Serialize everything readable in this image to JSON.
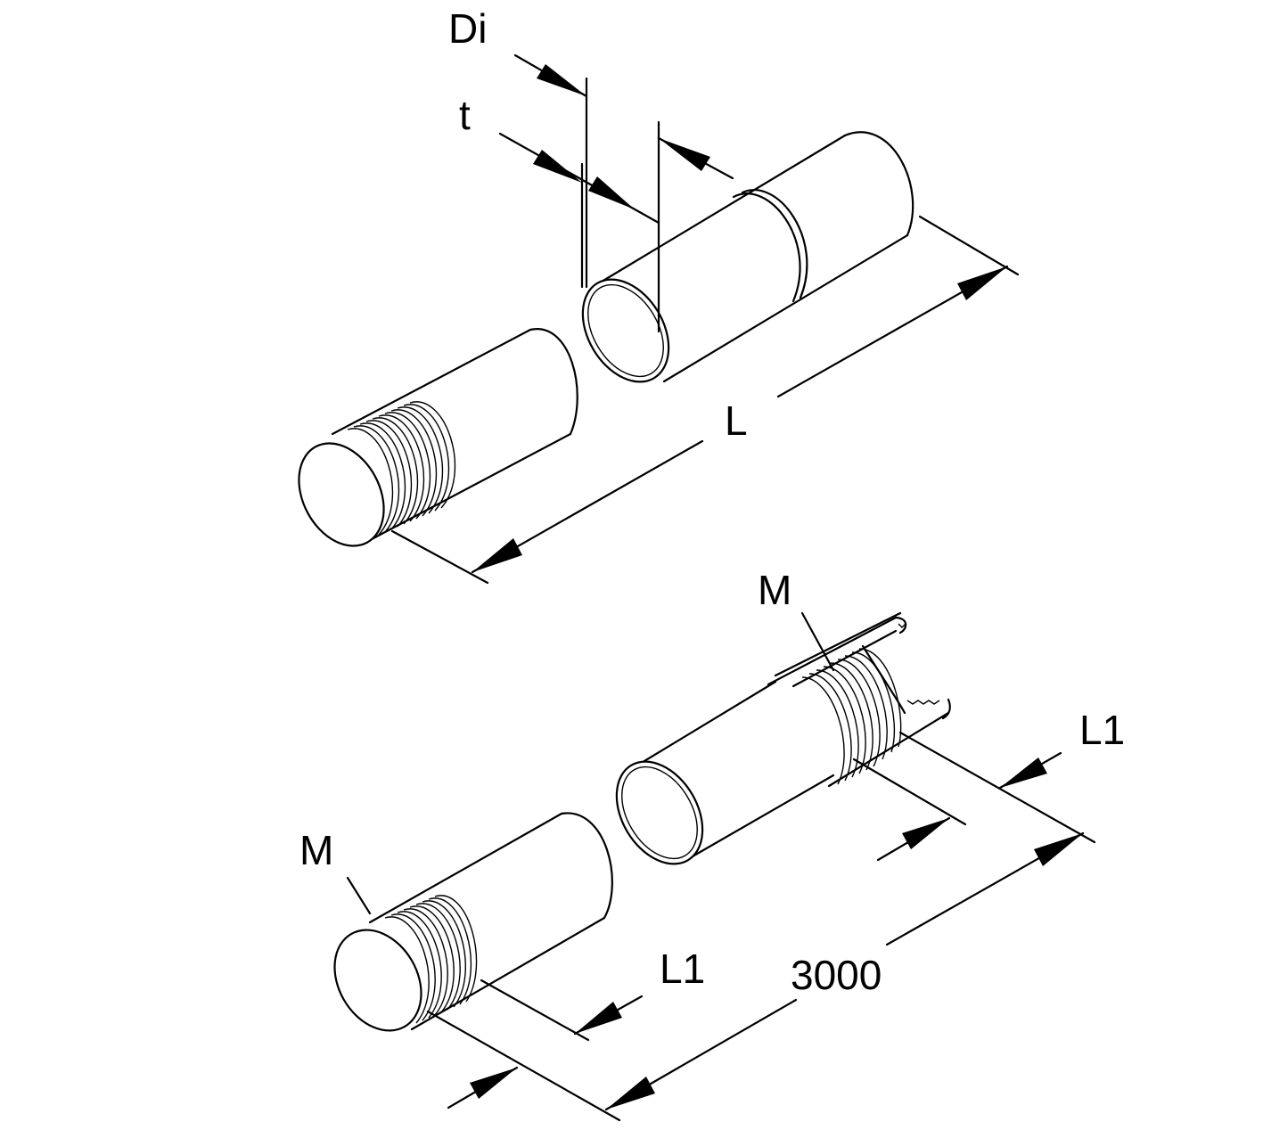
{
  "labels": {
    "di": "Di",
    "t": "t",
    "l": "L",
    "m_top": "M",
    "m_bottom": "M",
    "l1_right": "L1",
    "l1_left": "L1",
    "length": "3000"
  },
  "colors": {
    "line": "#000000",
    "background": "#ffffff"
  }
}
